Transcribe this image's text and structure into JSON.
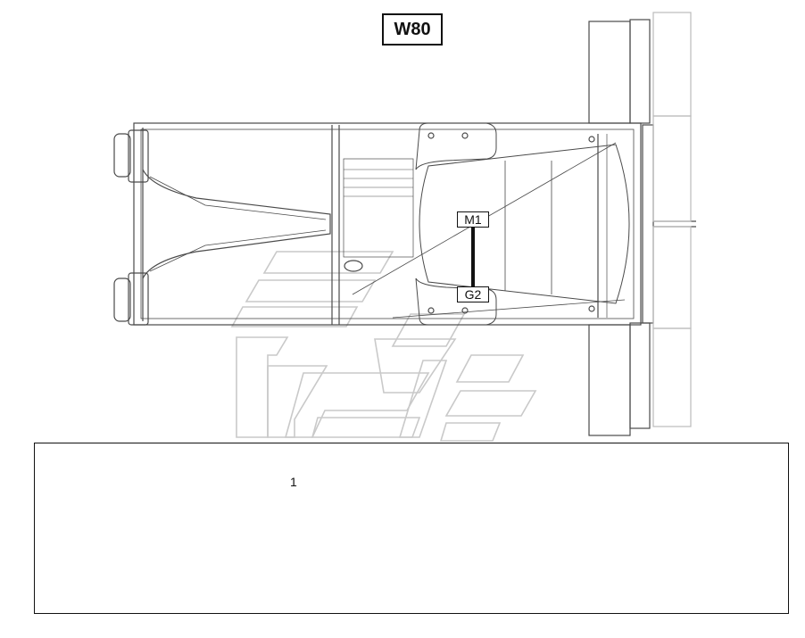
{
  "diagram": {
    "title": "W80",
    "connectors": {
      "m1": "M1",
      "g2": "G2"
    },
    "detail": {
      "item_number": "1"
    },
    "colors": {
      "line": "#444444",
      "watermark": "#c8c8c8",
      "ink": "#111111"
    }
  }
}
